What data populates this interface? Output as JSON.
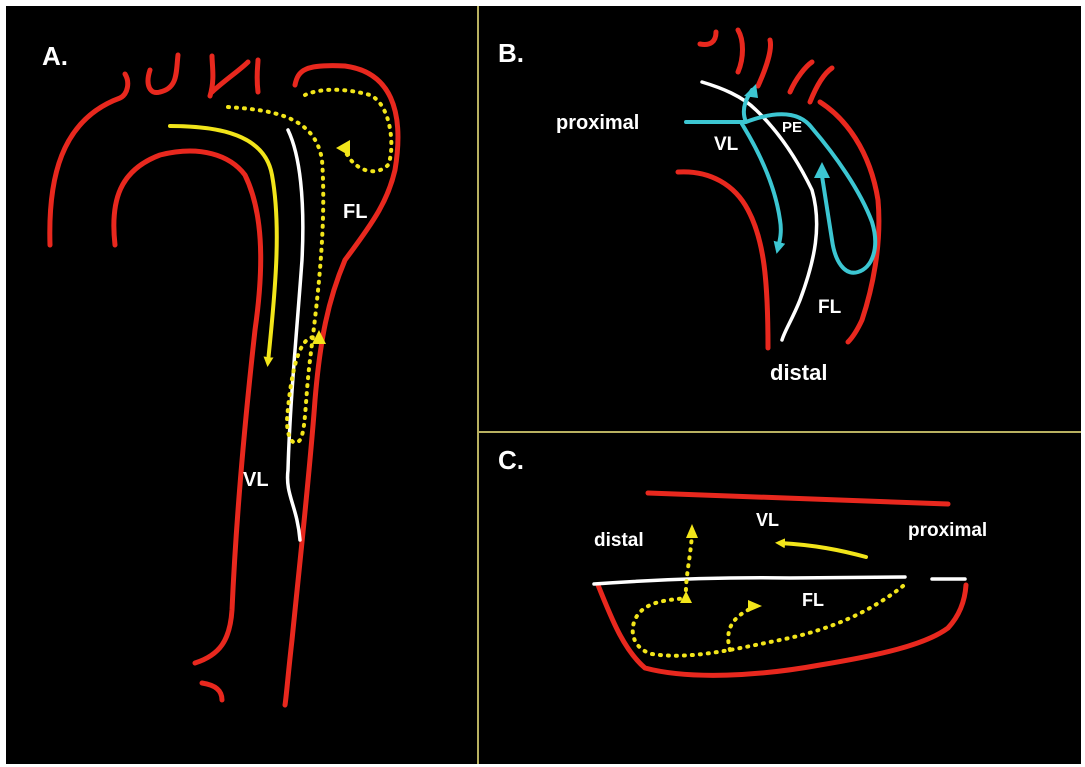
{
  "colors": {
    "background": "#000000",
    "frame": "#ffffff",
    "divider": "#b8b060",
    "wall": "#e8281e",
    "flap": "#ffffff",
    "true_lumen_flow": "#f2e51a",
    "false_lumen_flow": "#f2e51a",
    "cyan_flow": "#3cc6d2",
    "text": "#ffffff"
  },
  "panels": {
    "a": {
      "label": "A.",
      "labels": {
        "fl": "FL",
        "vl": "VL"
      }
    },
    "b": {
      "label": "B.",
      "labels": {
        "proximal": "proximal",
        "vl": "VL",
        "pe": "PE",
        "fl": "FL",
        "distal": "distal"
      }
    },
    "c": {
      "label": "C.",
      "labels": {
        "vl": "VL",
        "distal": "distal",
        "proximal": "proximal",
        "fl": "FL"
      }
    }
  }
}
